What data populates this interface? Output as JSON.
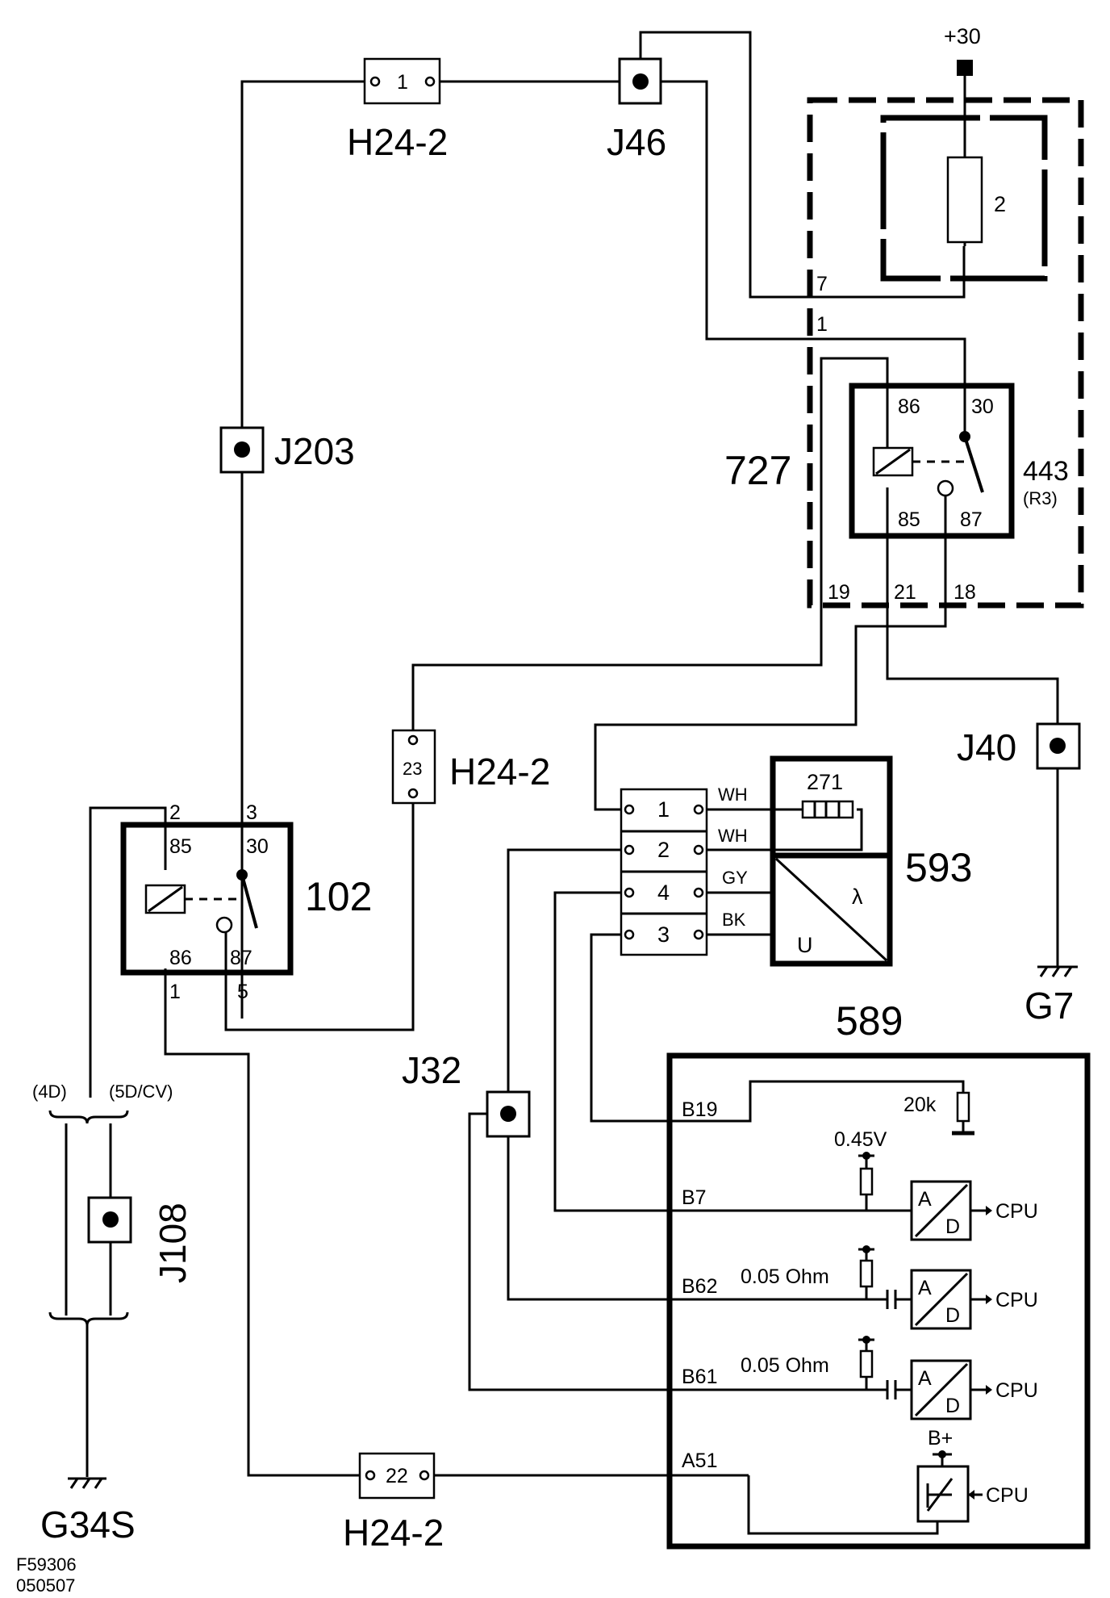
{
  "supply": "+30",
  "components": {
    "h24_2": "H24-2",
    "j46": "J46",
    "j203": "J203",
    "j40": "J40",
    "j32": "J32",
    "j108": "J108",
    "g7": "G7",
    "g34s": "G34S",
    "relay_box": "727",
    "relay_443": "443",
    "relay_443_sub": "(R3)",
    "relay_102": "102",
    "sensor_593": "593",
    "ecu_589": "589",
    "resistor_271": "271"
  },
  "connector_pins": {
    "h24_top": "1",
    "h24_mid": "23",
    "h24_bottom": "22",
    "box_7": "7",
    "box_1": "1",
    "box_19": "19",
    "box_21": "21",
    "box_18": "18",
    "fuse_2": "2",
    "r102_2": "2",
    "r102_3": "3",
    "r102_1": "1",
    "r102_5": "5",
    "c1": "1",
    "c2": "2",
    "c4": "4",
    "c3": "3"
  },
  "relay_pins": {
    "p86": "86",
    "p30": "30",
    "p85": "85",
    "p87": "87"
  },
  "wire_colors": {
    "wh1": "WH",
    "wh2": "WH",
    "gy": "GY",
    "bk": "BK"
  },
  "sensor": {
    "u": "U",
    "lambda": "λ"
  },
  "variants": {
    "left": "(4D)",
    "right": "(5D/CV)"
  },
  "ecu": {
    "pins": {
      "b19": "B19",
      "b7": "B7",
      "b62": "B62",
      "b61": "B61",
      "a51": "A51"
    },
    "r_20k": "20k",
    "v_045": "0.45V",
    "ohm_62": "0.05 Ohm",
    "ohm_61": "0.05 Ohm",
    "adc_a": "A",
    "adc_d": "D",
    "cpu": "CPU",
    "b_plus": "B+"
  },
  "footer": {
    "code": "F59306",
    "date": "050507"
  }
}
